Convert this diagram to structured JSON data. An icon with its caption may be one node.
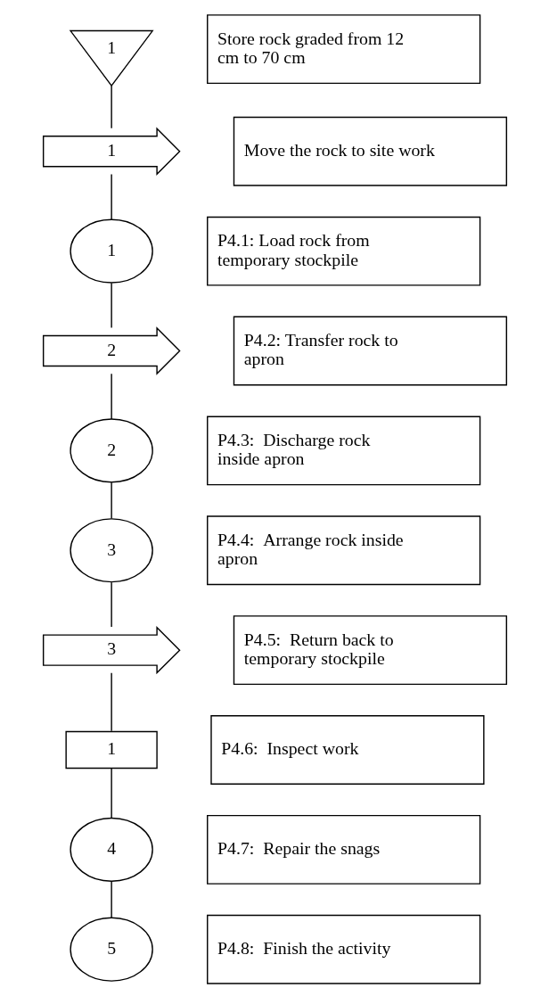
{
  "diagram": {
    "nodes": [
      {
        "text": [
          "1"
        ]
      },
      {
        "text": [
          "Store rock graded from 12 cm to 70 cm"
        ]
      },
      {
        "text": [
          "1"
        ]
      },
      {
        "text": [
          "Move the rock to site work"
        ]
      },
      {
        "text": [
          "1"
        ]
      },
      {
        "text": [
          "P4.1: Load rock from temporary stockpile"
        ]
      },
      {
        "text": [
          "2"
        ]
      },
      {
        "text": [
          "P4.2: Transfer rock to apron"
        ]
      },
      {
        "text": [
          "2"
        ]
      },
      {
        "text": [
          "P4.3:  Discharge rock inside apron"
        ]
      },
      {
        "text": [
          "3"
        ]
      },
      {
        "text": [
          "P4.4:  Arrange rock inside apron"
        ]
      },
      {
        "text": [
          "3"
        ]
      },
      {
        "text": [
          "P4.5:  Return back to temporary stockpile"
        ]
      },
      {
        "text": [
          "1"
        ]
      },
      {
        "text": [
          "P4.6:  Inspect work"
        ]
      },
      {
        "text": [
          "4"
        ]
      },
      {
        "text": [
          "P4.7:  Repair the snags"
        ]
      },
      {
        "text": [
          "5"
        ]
      },
      {
        "text": [
          "P4.8:  Finish the activity"
        ]
      }
    ],
    "edges": [
      {
        "from": 0,
        "to": 2,
        "arrow": "none"
      },
      {
        "from": 2,
        "to": 4,
        "arrow": "none"
      },
      {
        "from": 4,
        "to": 6,
        "arrow": "none"
      },
      {
        "from": 6,
        "to": 8,
        "arrow": "none"
      },
      {
        "from": 8,
        "to": 10,
        "arrow": "none"
      },
      {
        "from": 10,
        "to": 12,
        "arrow": "none"
      },
      {
        "from": 12,
        "to": 14,
        "arrow": "none"
      },
      {
        "from": 14,
        "to": 16,
        "arrow": "none"
      },
      {
        "from": 16,
        "to": 18,
        "arrow": "none"
      }
    ]
  }
}
